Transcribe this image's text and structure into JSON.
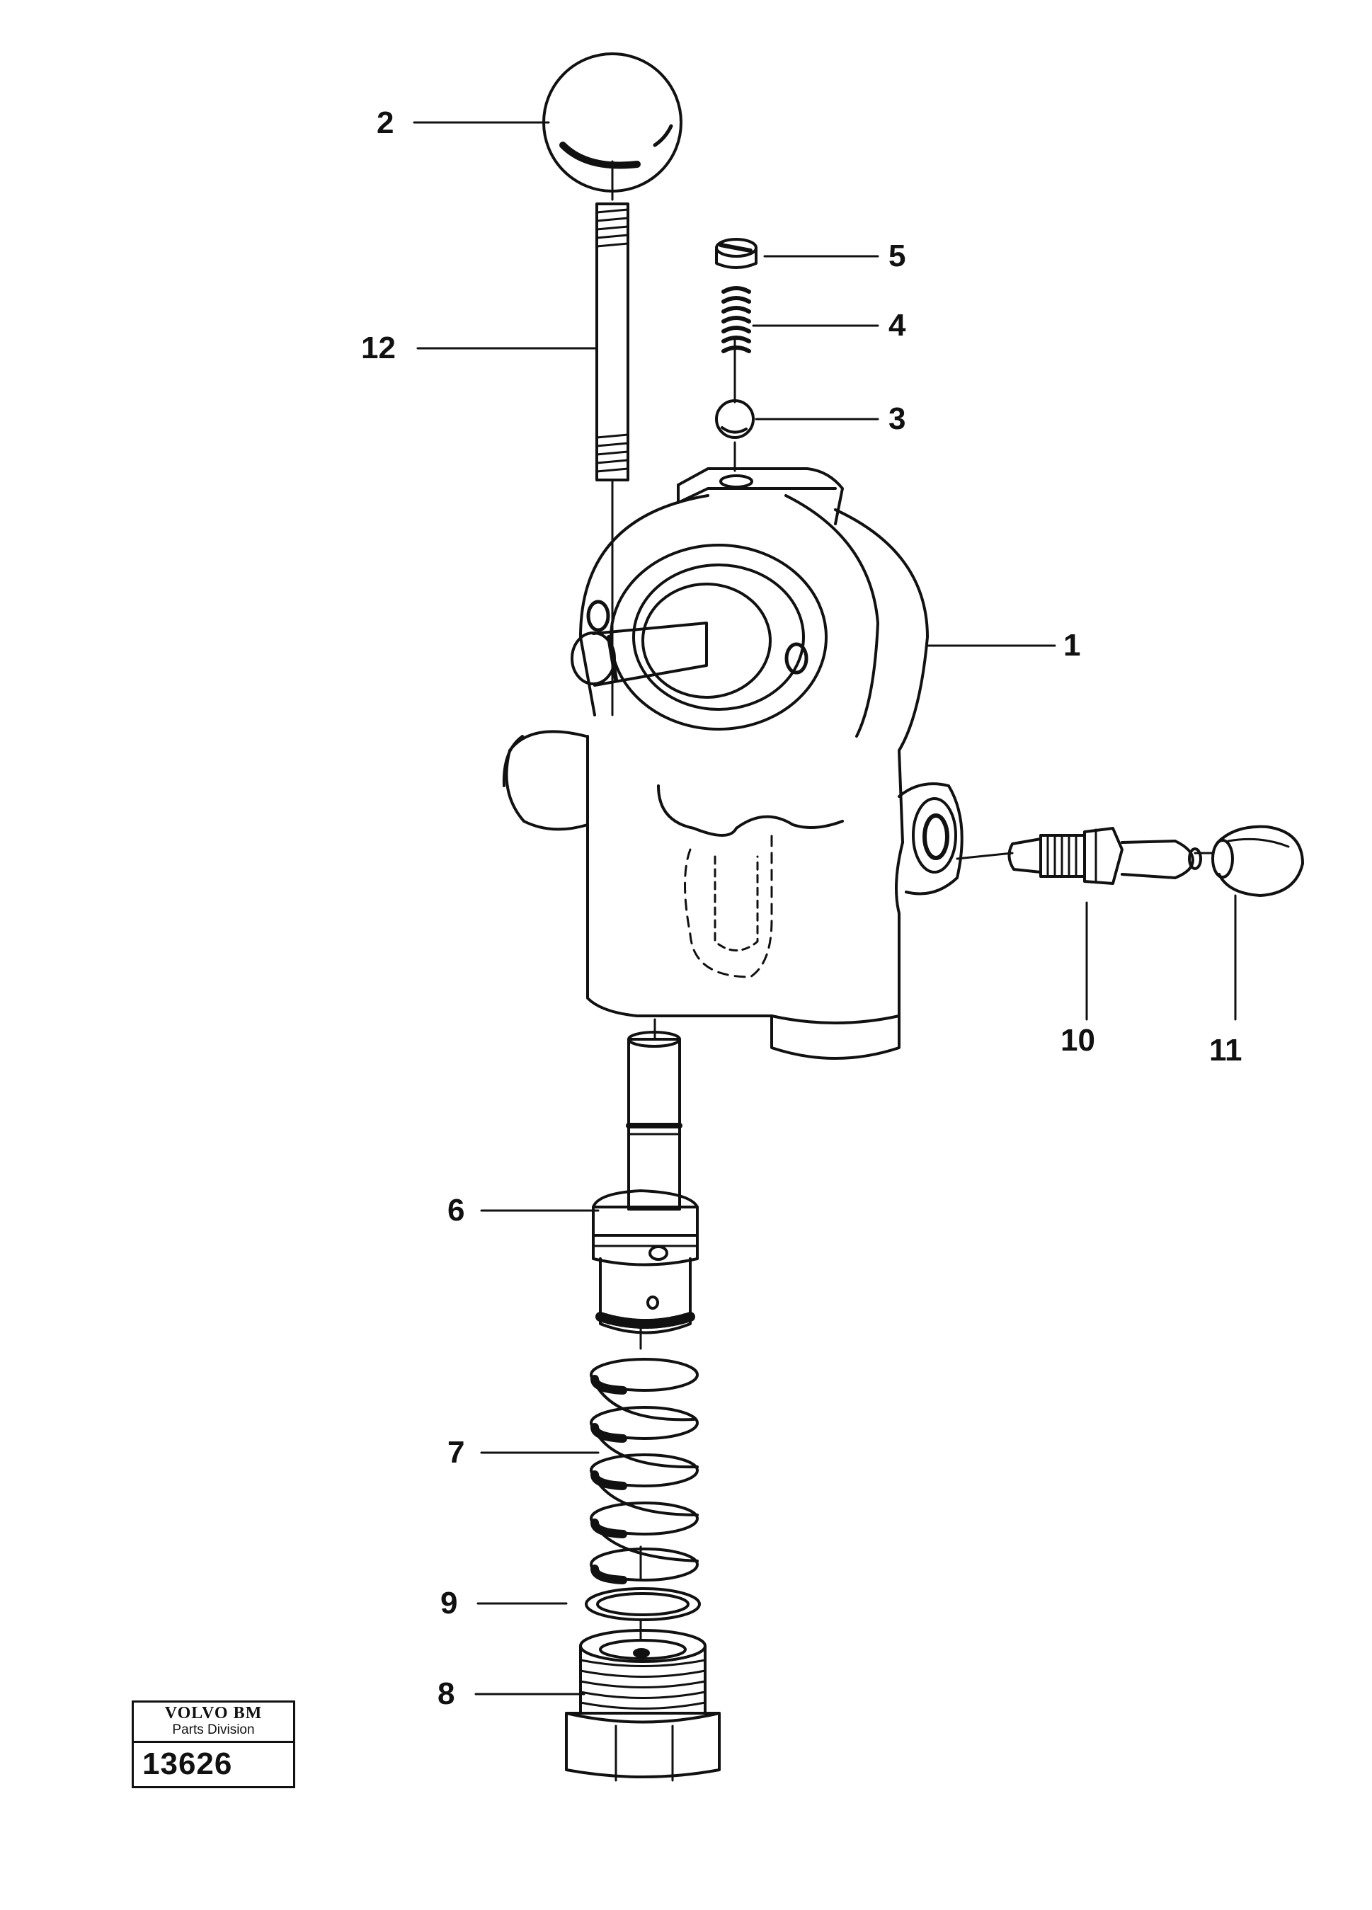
{
  "callouts": {
    "c1": "1",
    "c2": "2",
    "c3": "3",
    "c4": "4",
    "c5": "5",
    "c6": "6",
    "c7": "7",
    "c8": "8",
    "c9": "9",
    "c10": "10",
    "c11": "11",
    "c12": "12"
  },
  "stamp": {
    "brand": "VOLVO BM",
    "division": "Parts Division",
    "number": "13626"
  },
  "colors": {
    "ink": "#111111",
    "paper": "#ffffff"
  }
}
